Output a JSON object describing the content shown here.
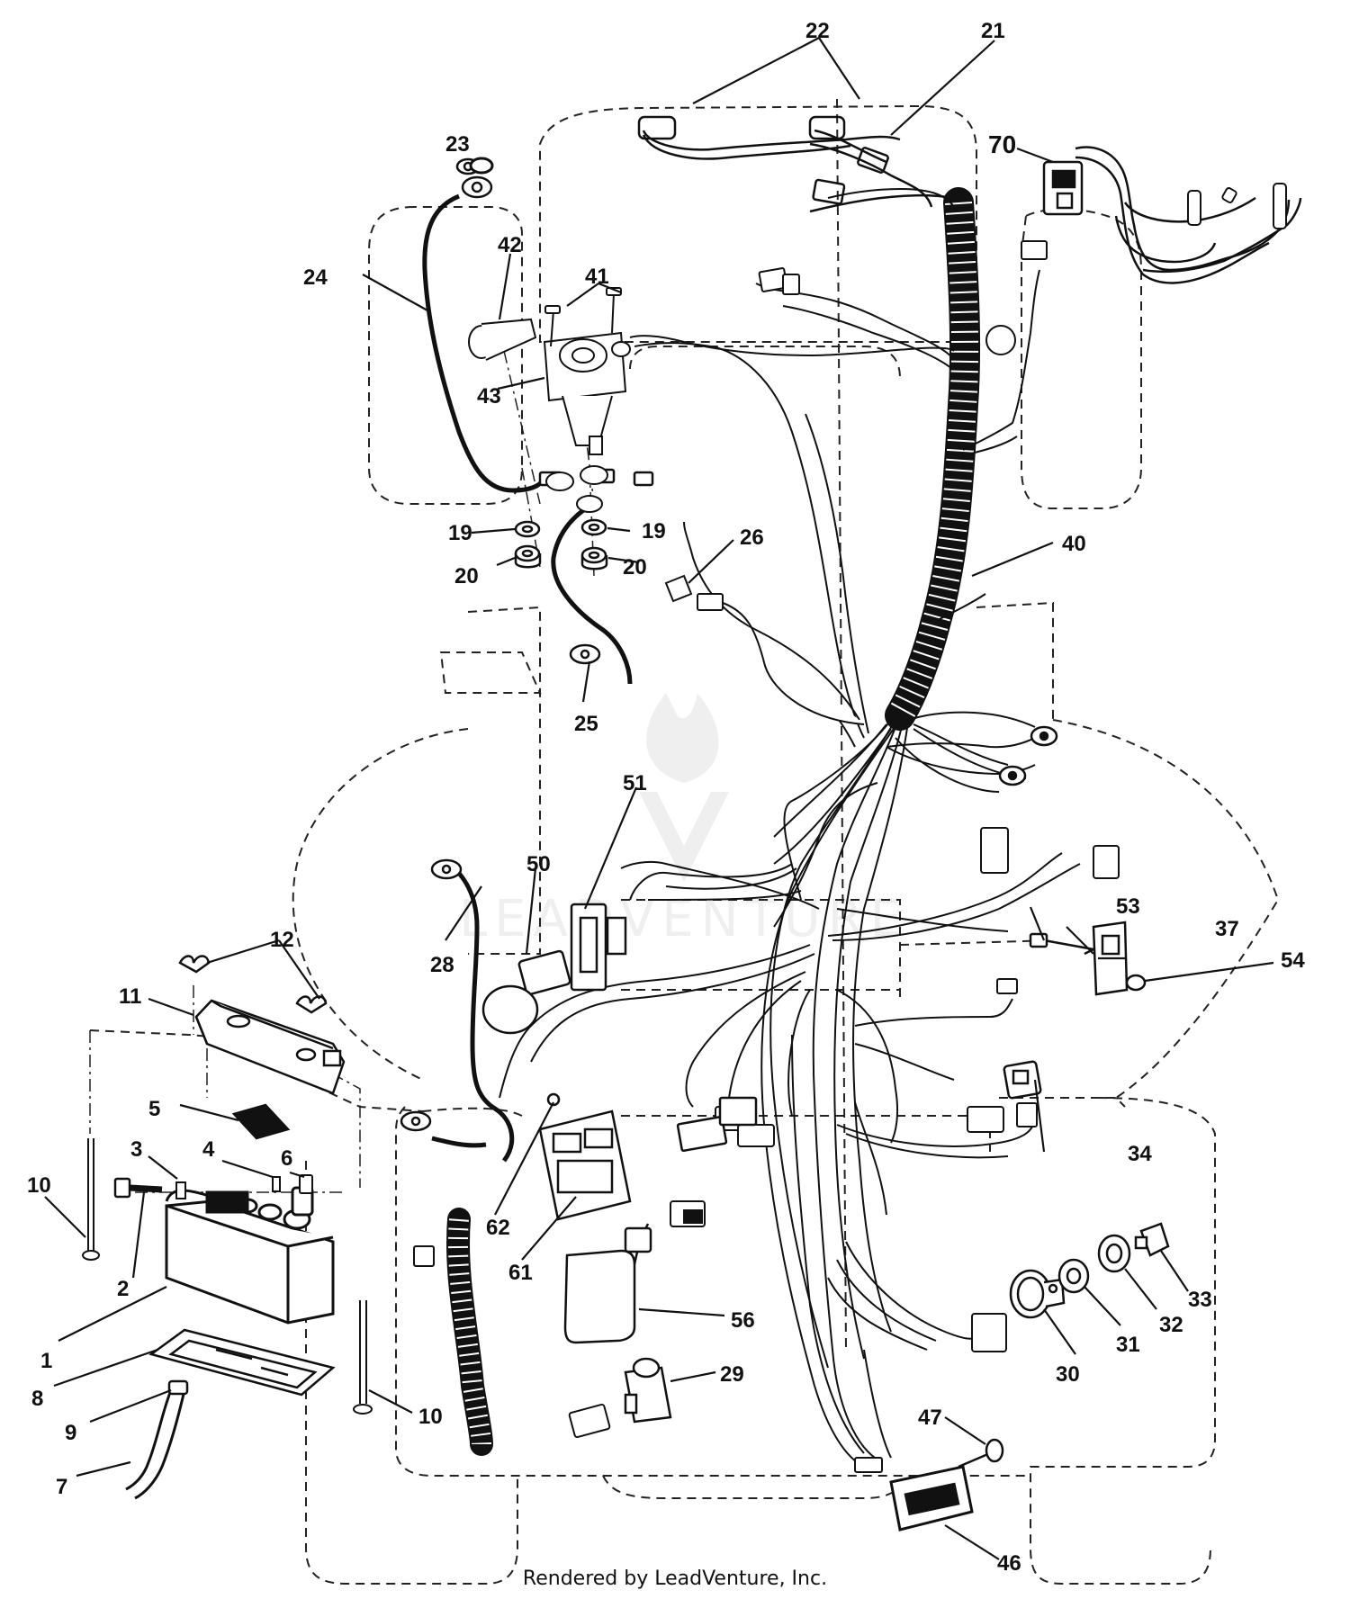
{
  "footer": "Rendered by LeadVenture, Inc.",
  "watermark": {
    "text": "LEADVENTURE",
    "color": "#e3e3e3"
  },
  "colors": {
    "line": "#111111",
    "dash": "#222222",
    "background": "#ffffff"
  },
  "callouts": {
    "c1": "1",
    "c2": "2",
    "c3": "3",
    "c4": "4",
    "c5": "5",
    "c6": "6",
    "c7": "7",
    "c8": "8",
    "c9": "9",
    "c10a": "10",
    "c10b": "10",
    "c11": "11",
    "c12": "12",
    "c19a": "19",
    "c19b": "19",
    "c20a": "20",
    "c20b": "20",
    "c21": "21",
    "c22": "22",
    "c23": "23",
    "c24": "24",
    "c25": "25",
    "c26": "26",
    "c28": "28",
    "c29": "29",
    "c30": "30",
    "c31": "31",
    "c32": "32",
    "c33": "33",
    "c34": "34",
    "c37": "37",
    "c40": "40",
    "c41": "41",
    "c42": "42",
    "c43": "43",
    "c46": "46",
    "c47": "47",
    "c50": "50",
    "c51": "51",
    "c53": "53",
    "c54": "54",
    "c56": "56",
    "c61": "61",
    "c62": "62",
    "c70": "70"
  }
}
